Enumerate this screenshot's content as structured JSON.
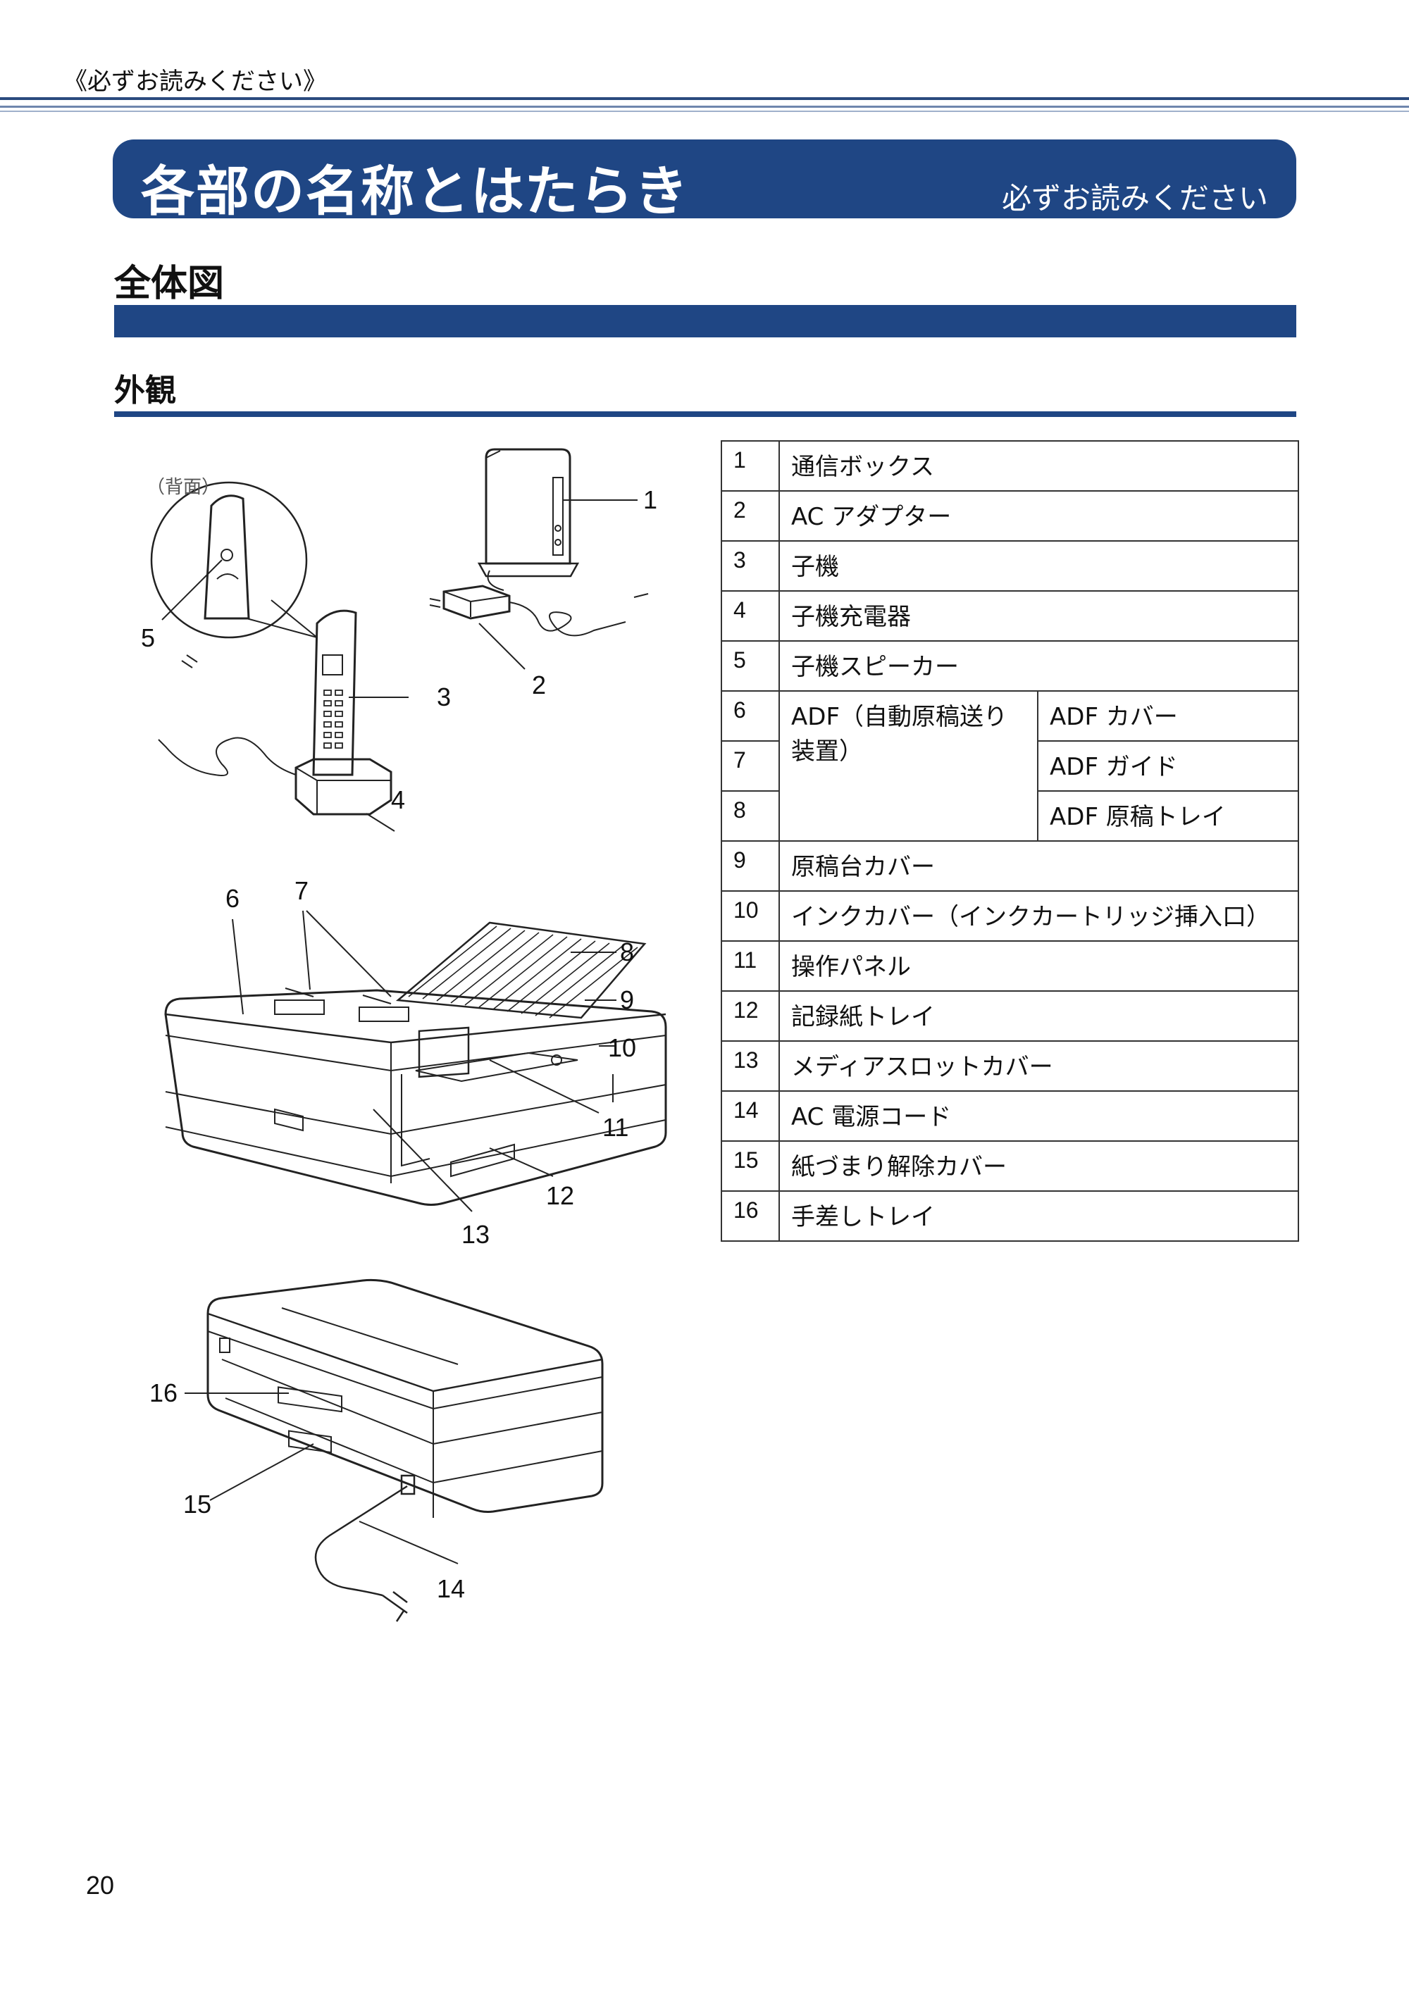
{
  "header": {
    "running_head": "《必ずお読みください》"
  },
  "banner": {
    "title": "各部の名称とはたらき",
    "subtitle": "必ずお読みください"
  },
  "section": {
    "title": "全体図"
  },
  "subsection": {
    "title": "外観"
  },
  "figure": {
    "back_label": "（背面）",
    "callouts": [
      "1",
      "2",
      "3",
      "4",
      "5",
      "6",
      "7",
      "8",
      "9",
      "10",
      "11",
      "12",
      "13",
      "14",
      "15",
      "16"
    ]
  },
  "parts_table": {
    "rows": [
      {
        "num": "1",
        "name": "通信ボックス"
      },
      {
        "num": "2",
        "name": "AC アダプター"
      },
      {
        "num": "3",
        "name": "子機"
      },
      {
        "num": "4",
        "name": "子機充電器"
      },
      {
        "num": "5",
        "name": "子機スピーカー"
      },
      {
        "num": "6",
        "name": "ADF（自動原稿送り装置）",
        "sub": "ADF カバー"
      },
      {
        "num": "7",
        "sub": "ADF ガイド"
      },
      {
        "num": "8",
        "sub": "ADF 原稿トレイ"
      },
      {
        "num": "9",
        "name": "原稿台カバー"
      },
      {
        "num": "10",
        "name": "インクカバー（インクカートリッジ挿入口）"
      },
      {
        "num": "11",
        "name": "操作パネル"
      },
      {
        "num": "12",
        "name": "記録紙トレイ"
      },
      {
        "num": "13",
        "name": "メディアスロットカバー"
      },
      {
        "num": "14",
        "name": "AC 電源コード"
      },
      {
        "num": "15",
        "name": "紙づまり解除カバー"
      },
      {
        "num": "16",
        "name": "手差しトレイ"
      }
    ]
  },
  "footer": {
    "page_number": "20"
  }
}
